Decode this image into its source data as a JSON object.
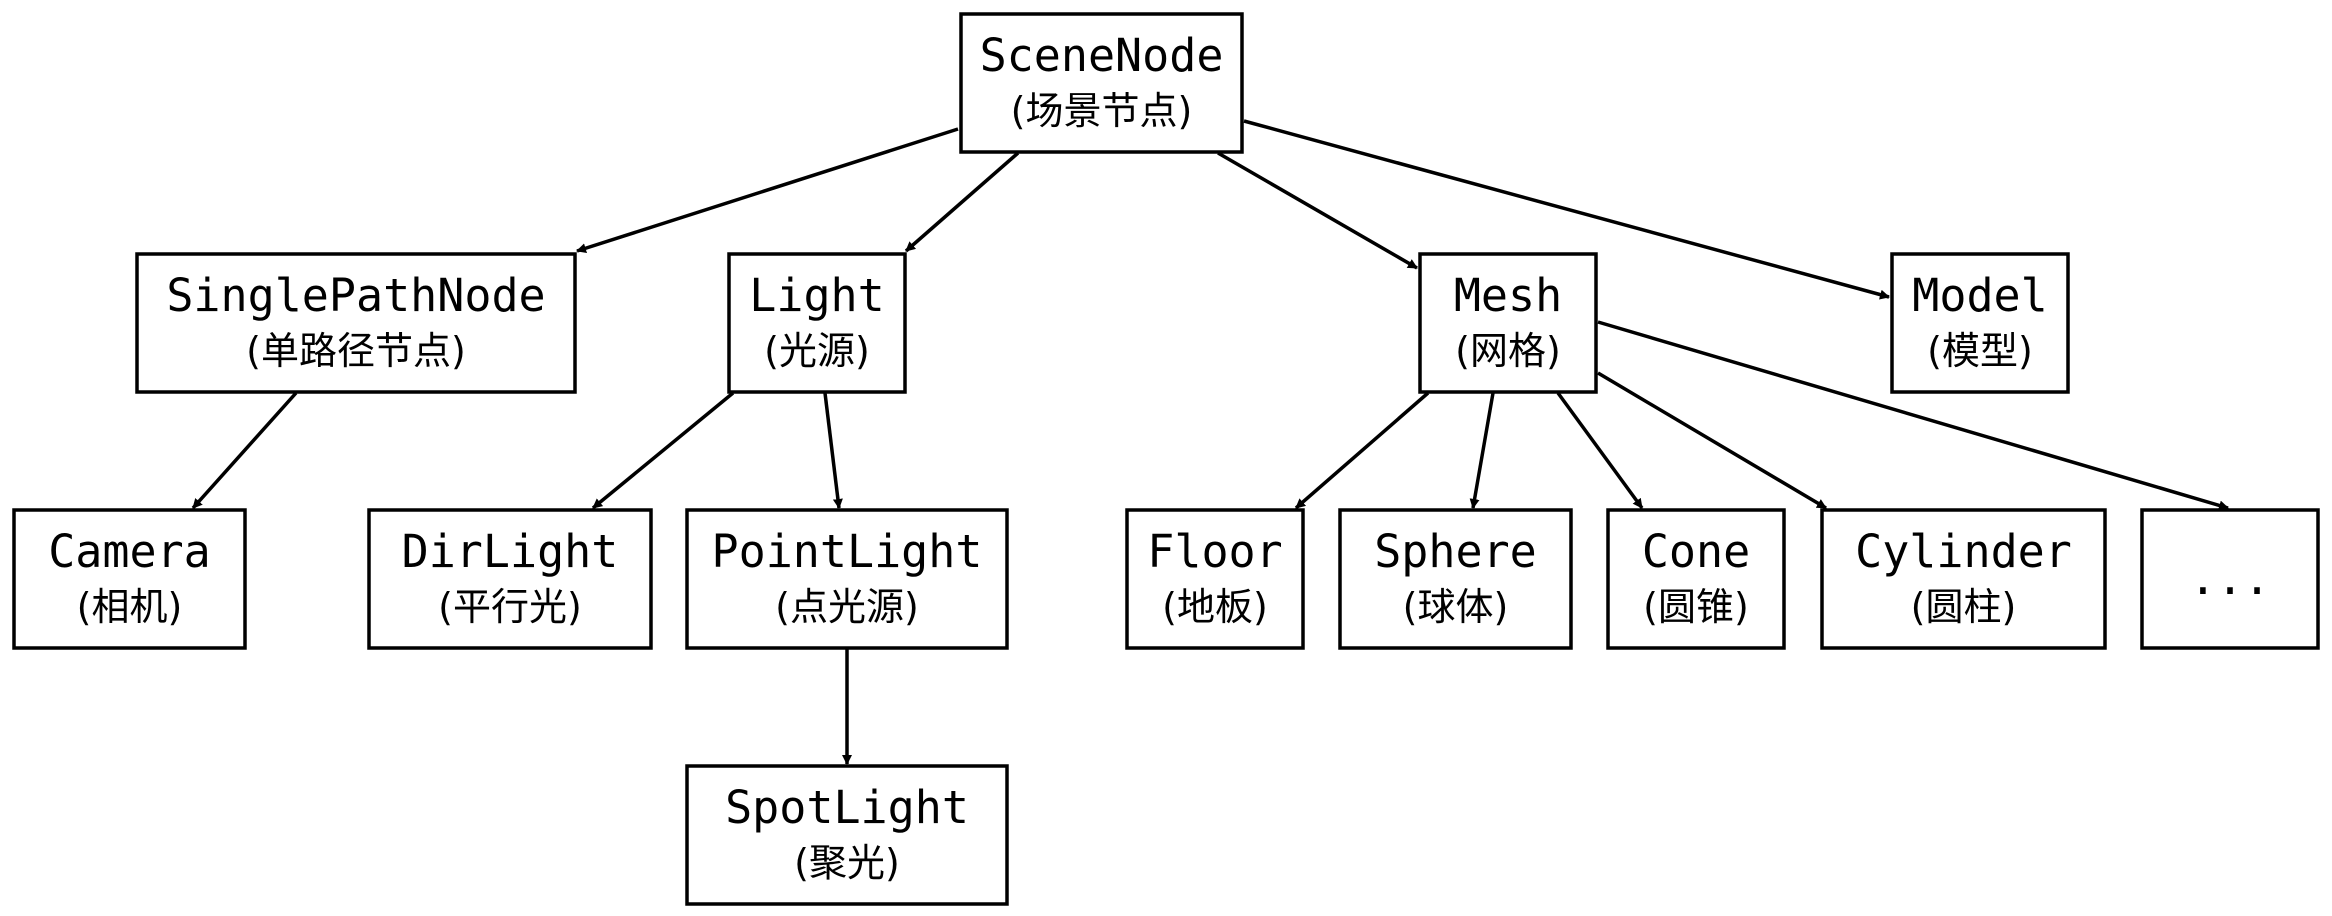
{
  "nodes": {
    "scene_node": {
      "name": "SceneNode",
      "sub": "(场景节点)"
    },
    "single_path_node": {
      "name": "SinglePathNode",
      "sub": "(单路径节点)"
    },
    "light": {
      "name": "Light",
      "sub": "(光源)"
    },
    "mesh": {
      "name": "Mesh",
      "sub": "(网格)"
    },
    "model": {
      "name": "Model",
      "sub": "(模型)"
    },
    "camera": {
      "name": "Camera",
      "sub": "(相机)"
    },
    "dir_light": {
      "name": "DirLight",
      "sub": "(平行光)"
    },
    "point_light": {
      "name": "PointLight",
      "sub": "(点光源)"
    },
    "floor": {
      "name": "Floor",
      "sub": "(地板)"
    },
    "sphere": {
      "name": "Sphere",
      "sub": "(球体)"
    },
    "cone": {
      "name": "Cone",
      "sub": "(圆锥)"
    },
    "cylinder": {
      "name": "Cylinder",
      "sub": "(圆柱)"
    },
    "more": {
      "name": "...",
      "sub": ""
    },
    "spot_light": {
      "name": "SpotLight",
      "sub": "(聚光)"
    }
  },
  "edges": [
    {
      "from": "scene_node",
      "to": "single_path_node"
    },
    {
      "from": "scene_node",
      "to": "light"
    },
    {
      "from": "scene_node",
      "to": "mesh"
    },
    {
      "from": "scene_node",
      "to": "model"
    },
    {
      "from": "single_path_node",
      "to": "camera"
    },
    {
      "from": "light",
      "to": "dir_light"
    },
    {
      "from": "light",
      "to": "point_light"
    },
    {
      "from": "point_light",
      "to": "spot_light"
    },
    {
      "from": "mesh",
      "to": "floor"
    },
    {
      "from": "mesh",
      "to": "sphere"
    },
    {
      "from": "mesh",
      "to": "cone"
    },
    {
      "from": "mesh",
      "to": "cylinder"
    },
    {
      "from": "mesh",
      "to": "more"
    }
  ]
}
